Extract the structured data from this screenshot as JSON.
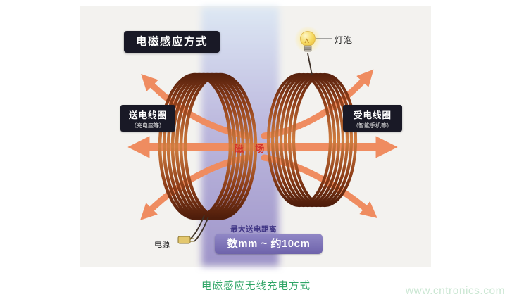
{
  "figure": {
    "title": "电磁感应方式",
    "bulb_label": "灯泡",
    "transmit_coil": {
      "label": "送电线圈",
      "sublabel": "（充电座等）"
    },
    "receive_coil": {
      "label": "受电线圈",
      "sublabel": "（智能手机等）"
    },
    "field_label": "磁 场",
    "power_label": "电源",
    "distance_label": "最大送电距离",
    "distance_value": "数mm ~ 约10cm"
  },
  "caption": "电磁感应无线充电方式",
  "watermark": "www.cntronics.com",
  "colors": {
    "arrow": "#ef8c60",
    "label_box_bg": "#191926",
    "field_text": "#d4342b",
    "distance_box": "#7a6fb5",
    "caption_green": "#2fa566",
    "watermark_green": "#cbe7d3",
    "coil_copper": "#a04418",
    "bulb_yellow": "#f6d95e"
  }
}
